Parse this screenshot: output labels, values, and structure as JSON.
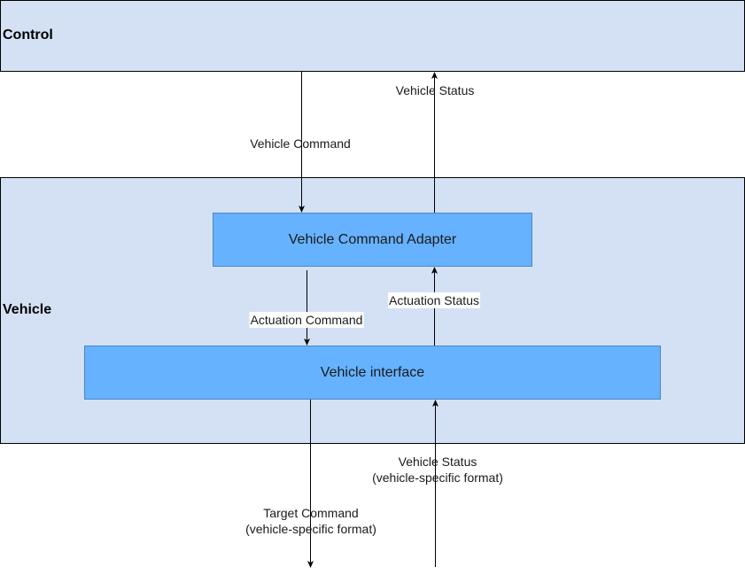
{
  "groups": {
    "control": {
      "label": "Control"
    },
    "vehicle": {
      "label": "Vehicle"
    }
  },
  "nodes": {
    "adapter": {
      "label": "Vehicle Command Adapter"
    },
    "interface": {
      "label": "Vehicle interface"
    }
  },
  "edges": {
    "vehicle_command": {
      "label": "Vehicle Command"
    },
    "vehicle_status_top": {
      "label": "Vehicle Status"
    },
    "actuation_command": {
      "label": "Actuation Command"
    },
    "actuation_status": {
      "label": "Actuation Status"
    },
    "target_command": {
      "line1": "Target Command",
      "line2": "(vehicle-specific format)"
    },
    "vehicle_status_bottom": {
      "line1": "Vehicle Status",
      "line2": "(vehicle-specific format)"
    }
  },
  "colors": {
    "group_fill": "#d4e1f5",
    "node_fill": "#66b2ff",
    "node_border": "#4a86c5",
    "line": "#000000"
  }
}
